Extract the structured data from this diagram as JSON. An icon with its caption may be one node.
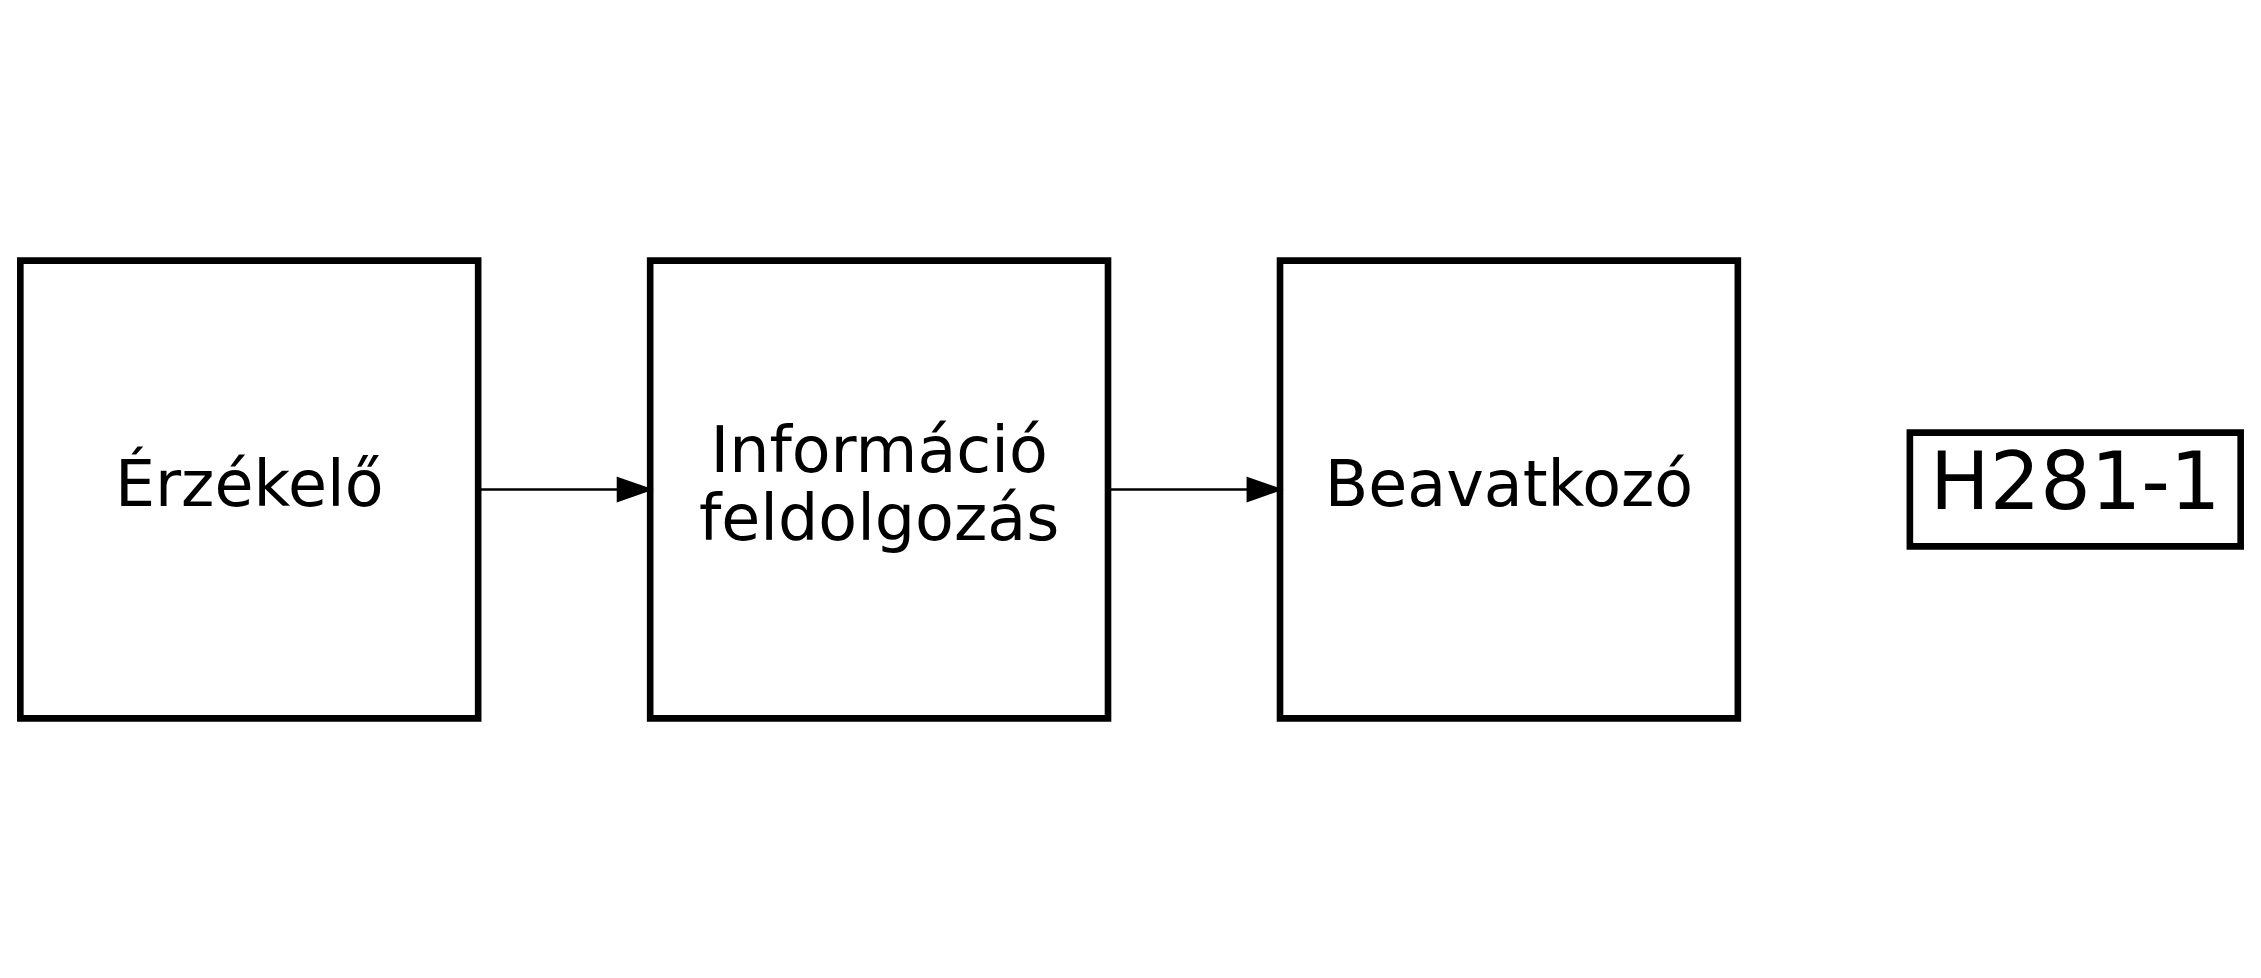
{
  "diagram": {
    "nodes": [
      {
        "text": [
          "Érzékelő"
        ]
      },
      {
        "text": [
          "Információ feldolgozás"
        ]
      },
      {
        "text": [
          "Beavatkozó"
        ]
      },
      {
        "text": [
          "H281-1"
        ]
      }
    ],
    "edges": [
      {
        "from": 0,
        "to": 1,
        "arrow": "to"
      },
      {
        "from": 1,
        "to": 2,
        "arrow": "to"
      }
    ]
  }
}
